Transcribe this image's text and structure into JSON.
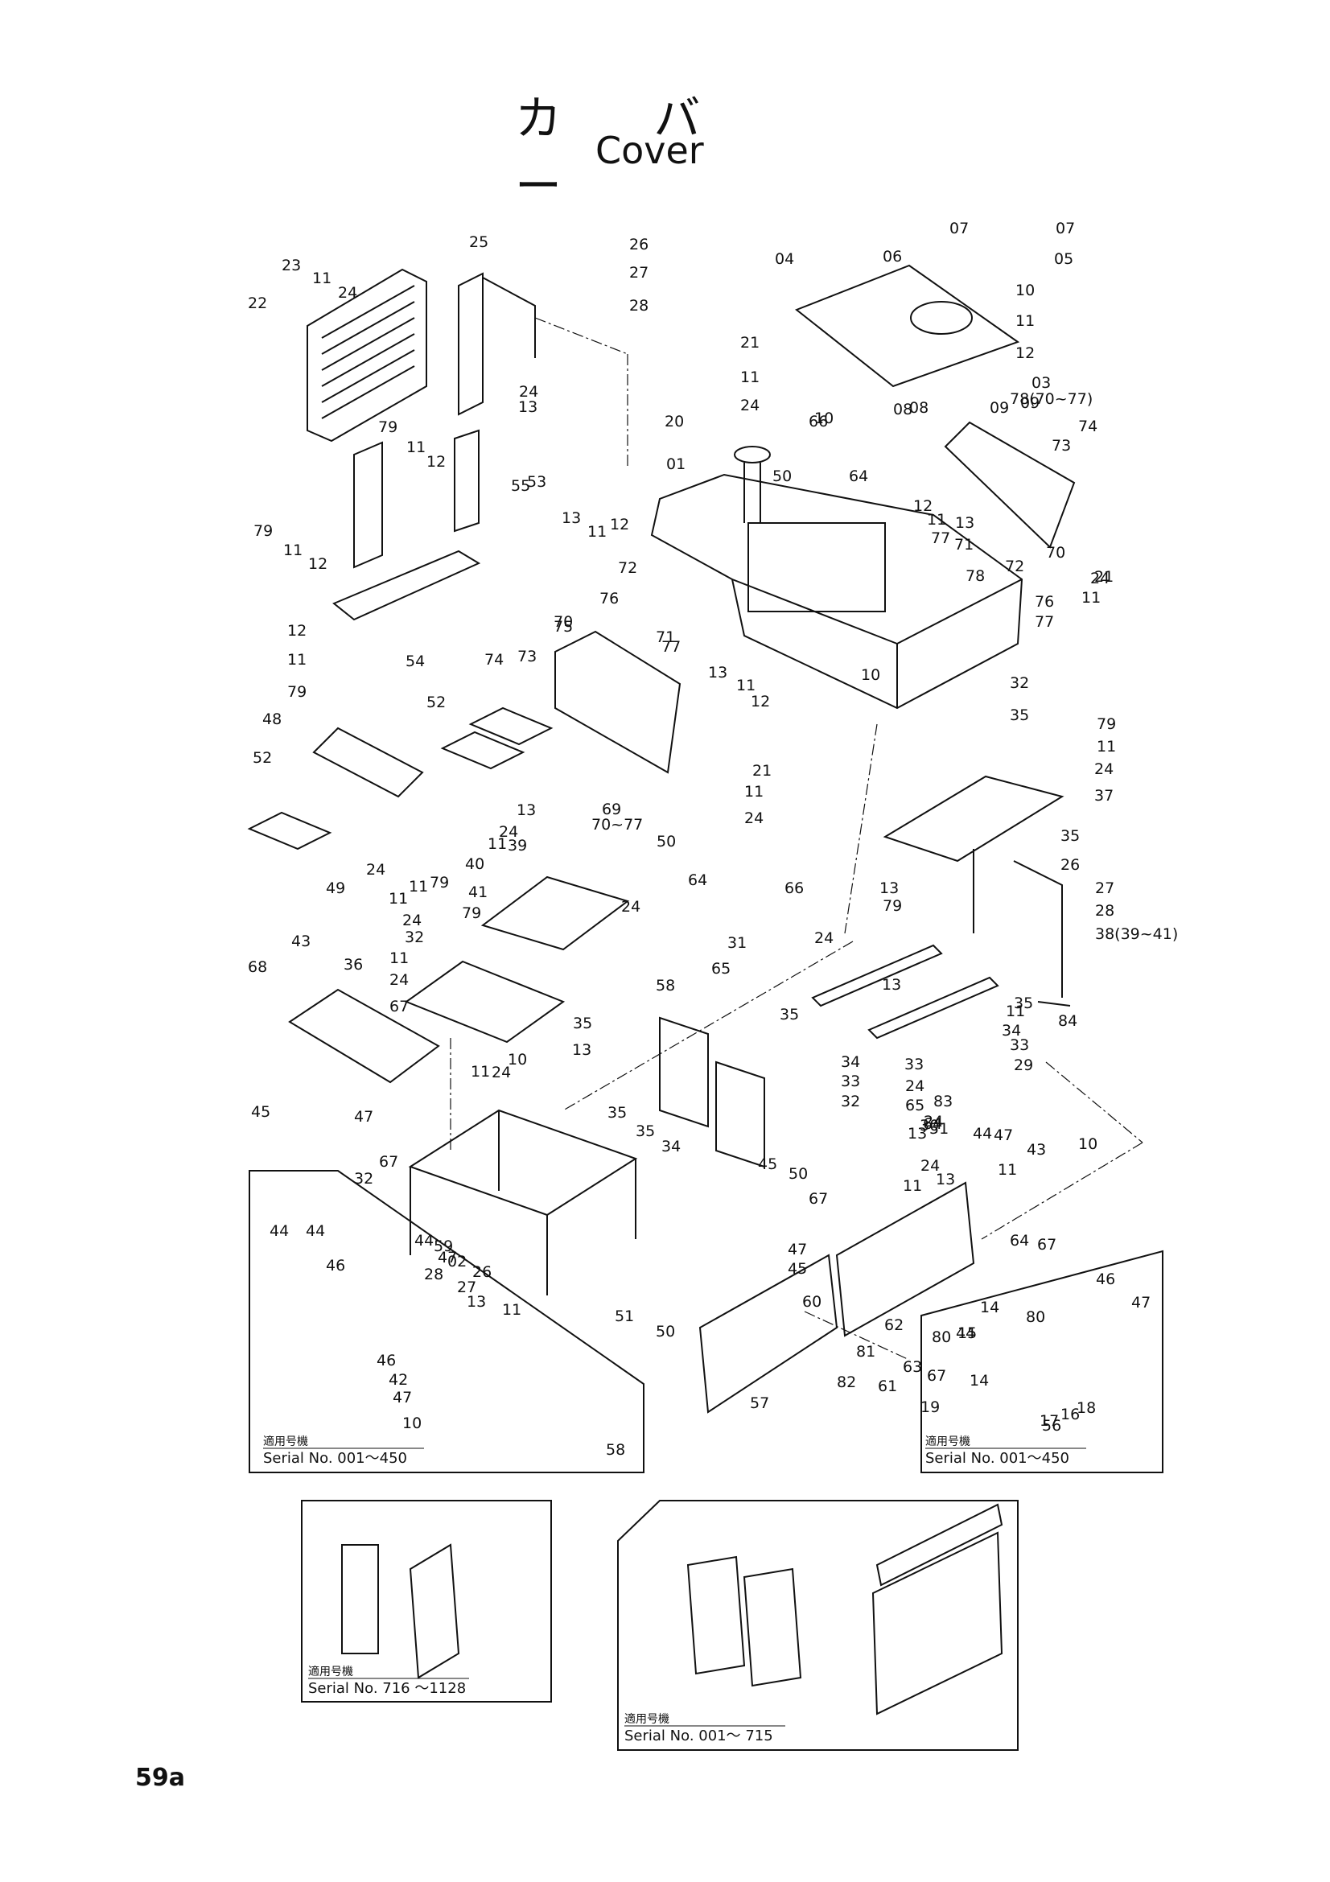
{
  "title": {
    "japanese": "カ バ ー",
    "english": "Cover"
  },
  "page_number": "59a",
  "part_labels": [
    "23",
    "11",
    "24",
    "22",
    "25",
    "26",
    "27",
    "28",
    "04",
    "07",
    "06",
    "07",
    "05",
    "10",
    "11",
    "12",
    "03",
    "21",
    "11",
    "24",
    "10",
    "66",
    "08",
    "08",
    "09",
    "09",
    "78(70~77)",
    "74",
    "73",
    "20",
    "79",
    "11",
    "12",
    "24",
    "13",
    "55",
    "53",
    "79",
    "11",
    "12",
    "01",
    "13",
    "11",
    "12",
    "50",
    "64",
    "12",
    "11",
    "13",
    "77",
    "71",
    "72",
    "70",
    "78",
    "76",
    "77",
    "24",
    "21",
    "11",
    "54",
    "12",
    "11",
    "79",
    "72",
    "76",
    "70",
    "75",
    "71",
    "77",
    "74",
    "73",
    "10",
    "13",
    "11",
    "12",
    "52",
    "32",
    "35",
    "79",
    "11",
    "24",
    "37",
    "48",
    "52",
    "13",
    "24",
    "11",
    "21",
    "11",
    "24",
    "69",
    "70~77",
    "50",
    "64",
    "66",
    "49",
    "24",
    "11",
    "79",
    "39",
    "40",
    "41",
    "79",
    "11",
    "24",
    "32",
    "35",
    "26",
    "27",
    "28",
    "38(39~41)",
    "24",
    "13",
    "79",
    "11",
    "24",
    "67",
    "43",
    "68",
    "36",
    "24",
    "65",
    "31",
    "13",
    "11",
    "35",
    "34",
    "33",
    "29",
    "84",
    "58",
    "35",
    "34",
    "33",
    "32",
    "35",
    "13",
    "11",
    "24",
    "10",
    "47",
    "45",
    "67",
    "32",
    "35",
    "35",
    "34",
    "33",
    "24",
    "65",
    "50",
    "51",
    "64",
    "44",
    "43",
    "30",
    "11",
    "13",
    "24",
    "13",
    "11",
    "24",
    "83",
    "67",
    "45",
    "47",
    "10",
    "67",
    "46",
    "47",
    "02",
    "59",
    "28",
    "27",
    "26",
    "13",
    "11",
    "51",
    "50",
    "64",
    "80",
    "14",
    "15",
    "14",
    "19",
    "17",
    "16",
    "18",
    "67",
    "47",
    "45",
    "44",
    "44",
    "46",
    "44",
    "47",
    "46",
    "47",
    "42",
    "10",
    "44",
    "82",
    "81",
    "58",
    "61",
    "57",
    "60",
    "62",
    "63",
    "80",
    "56"
  ],
  "serial_notes": [
    {
      "applicable": "適用号機",
      "serial": "Serial No. 001～450"
    },
    {
      "applicable": "適用号機",
      "serial": "Serial No. 001～450"
    },
    {
      "applicable": "適用号機",
      "serial": "Serial No. 716 ～1128"
    },
    {
      "applicable": "適用号機",
      "serial": "Serial No. 001～ 715"
    }
  ]
}
